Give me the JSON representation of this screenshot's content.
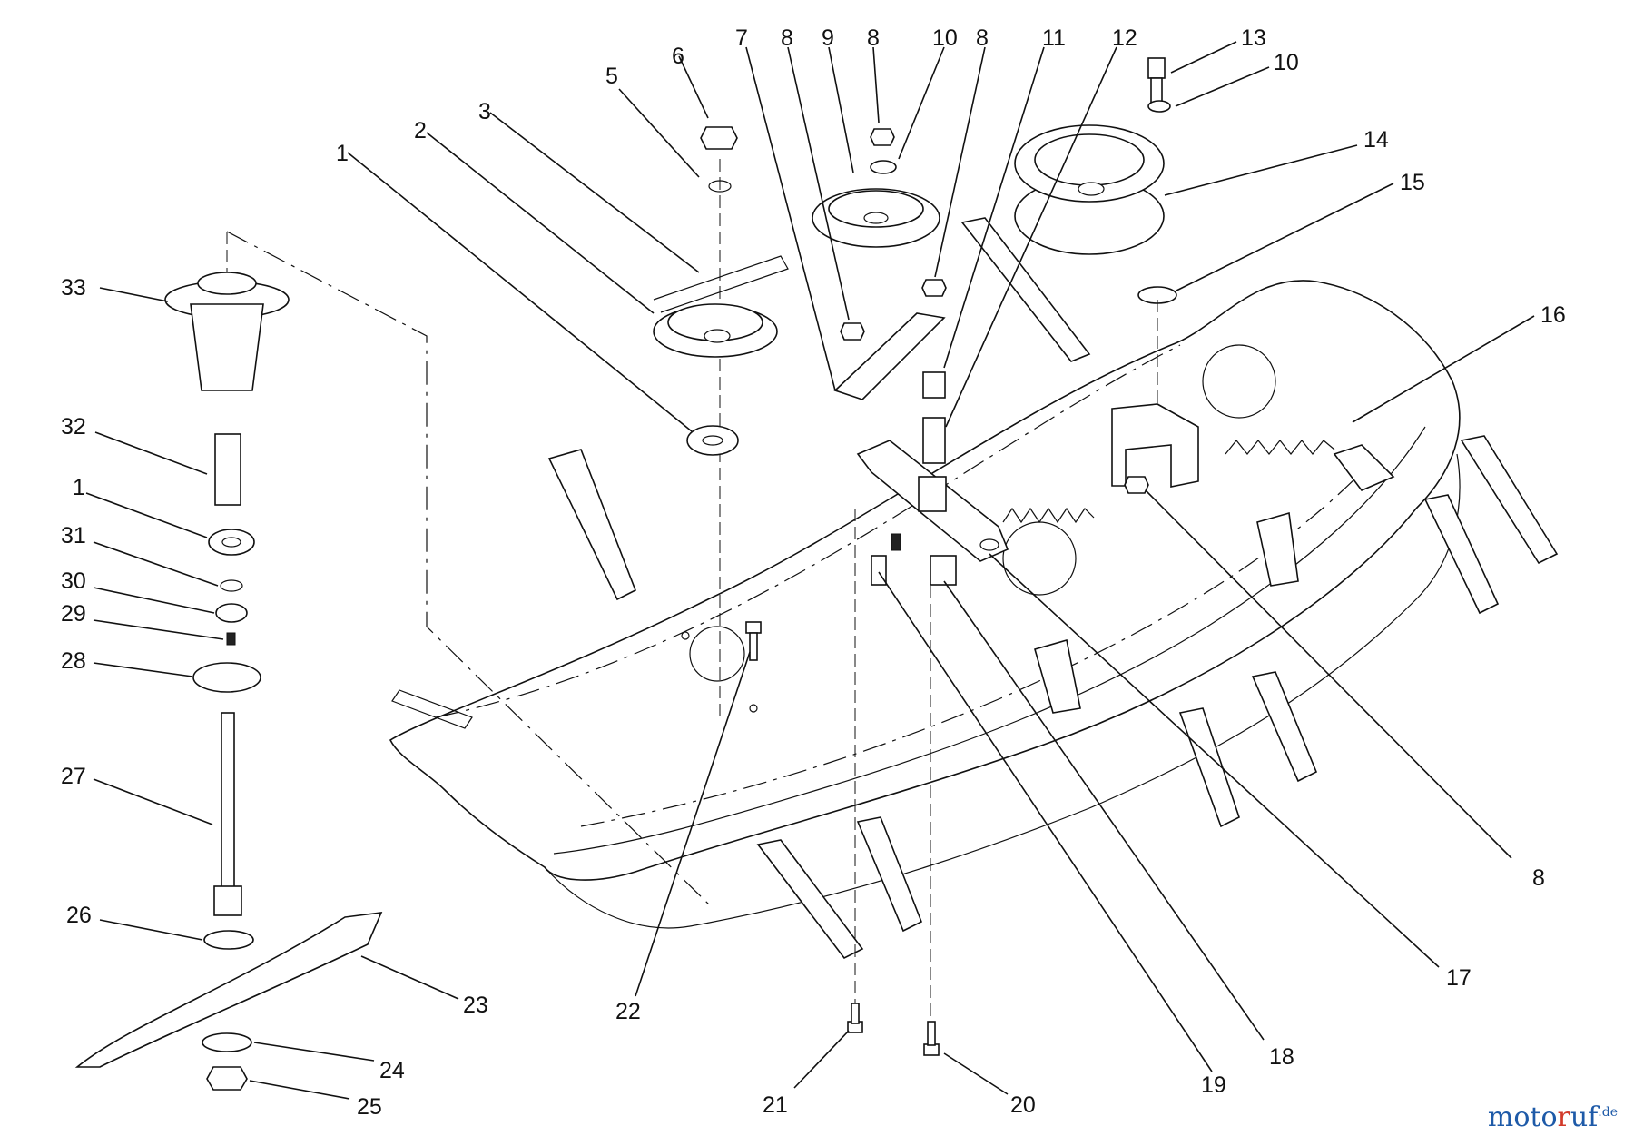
{
  "watermark": {
    "part_a": "moto",
    "part_b": "r",
    "part_c": "uf",
    "suffix": ".de"
  },
  "callouts": [
    {
      "id": "c-1a",
      "text": "1"
    },
    {
      "id": "c-2",
      "text": "2"
    },
    {
      "id": "c-3",
      "text": "3"
    },
    {
      "id": "c-5",
      "text": "5"
    },
    {
      "id": "c-6",
      "text": "6"
    },
    {
      "id": "c-7",
      "text": "7"
    },
    {
      "id": "c-8a",
      "text": "8"
    },
    {
      "id": "c-9",
      "text": "9"
    },
    {
      "id": "c-8b",
      "text": "8"
    },
    {
      "id": "c-10a",
      "text": "10"
    },
    {
      "id": "c-8c",
      "text": "8"
    },
    {
      "id": "c-11",
      "text": "11"
    },
    {
      "id": "c-12",
      "text": "12"
    },
    {
      "id": "c-13",
      "text": "13"
    },
    {
      "id": "c-10b",
      "text": "10"
    },
    {
      "id": "c-14",
      "text": "14"
    },
    {
      "id": "c-15",
      "text": "15"
    },
    {
      "id": "c-16",
      "text": "16"
    },
    {
      "id": "c-33",
      "text": "33"
    },
    {
      "id": "c-32",
      "text": "32"
    },
    {
      "id": "c-1b",
      "text": "1"
    },
    {
      "id": "c-31",
      "text": "31"
    },
    {
      "id": "c-30",
      "text": "30"
    },
    {
      "id": "c-29",
      "text": "29"
    },
    {
      "id": "c-28",
      "text": "28"
    },
    {
      "id": "c-27",
      "text": "27"
    },
    {
      "id": "c-26",
      "text": "26"
    },
    {
      "id": "c-23",
      "text": "23"
    },
    {
      "id": "c-24",
      "text": "24"
    },
    {
      "id": "c-25",
      "text": "25"
    },
    {
      "id": "c-22",
      "text": "22"
    },
    {
      "id": "c-21",
      "text": "21"
    },
    {
      "id": "c-20",
      "text": "20"
    },
    {
      "id": "c-19",
      "text": "19"
    },
    {
      "id": "c-18",
      "text": "18"
    },
    {
      "id": "c-17",
      "text": "17"
    },
    {
      "id": "c-8d",
      "text": "8"
    }
  ]
}
